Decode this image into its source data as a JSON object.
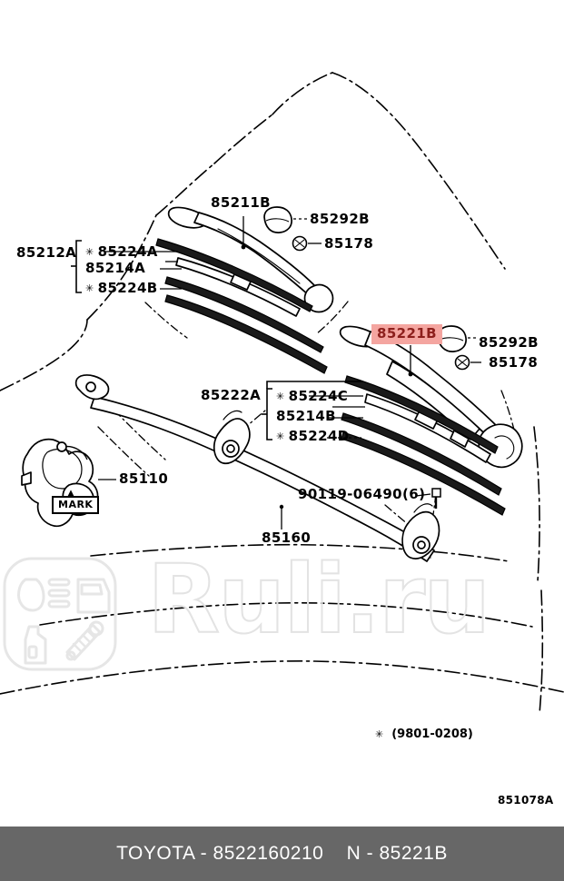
{
  "diagram": {
    "id": "851078A",
    "footnote": "(9801-0208)",
    "footnote_star": "✳",
    "mark_box_label": "MARK",
    "highlight_bg": "#f4a5a0",
    "highlight_fg": "#8d1f1c"
  },
  "labels": {
    "arm_left": "85211B",
    "cap_left": "85292B",
    "nut_left": "85178",
    "blade_group_left": "85212A",
    "blade_rubber_left_a": "85224A",
    "blade_left": "85214A",
    "blade_rubber_left_b": "85224B",
    "arm_right": "85221B",
    "cap_right": "85292B",
    "nut_right": "85178",
    "blade_group_right": "85222A",
    "blade_rubber_right_c": "85224C",
    "blade_right": "85214B",
    "blade_rubber_right_d": "85224D",
    "motor": "85110",
    "linkage": "85160",
    "bolt": "90119-06490(6)"
  },
  "watermark": {
    "text": "Ruli.ru",
    "color": "#e3e3e3"
  },
  "bottom_bar": {
    "text": "TOYOTA - 8522160210    N - 85221B",
    "background": "#676767",
    "color": "#ffffff"
  }
}
